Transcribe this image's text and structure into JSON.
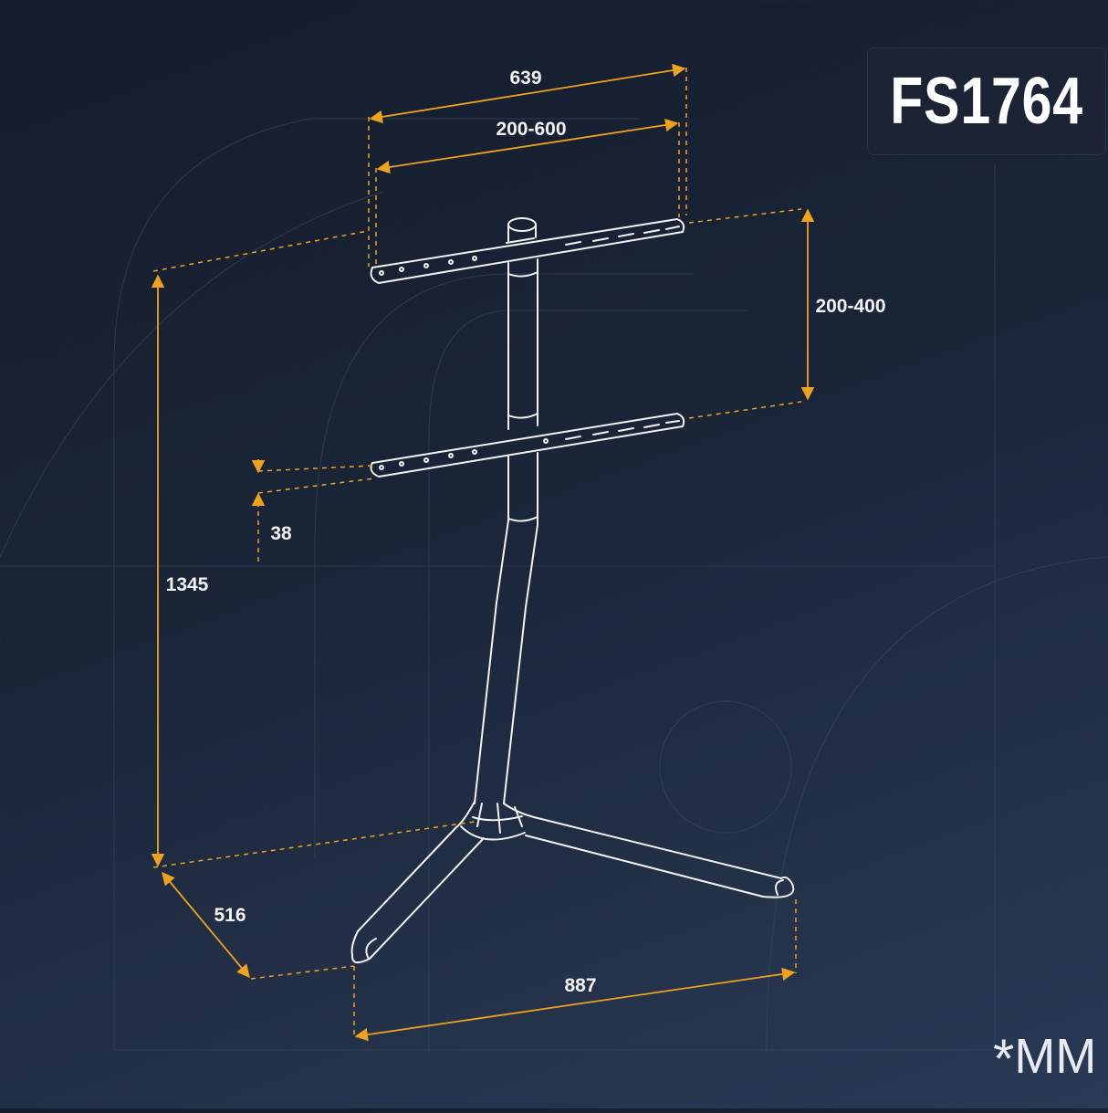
{
  "product": {
    "model": "FS1764"
  },
  "units": {
    "prefix": "*",
    "label": "MM"
  },
  "dimensions": {
    "bracket_length": "639",
    "bracket_width_range": "200-600",
    "bracket_height_range": "200-400",
    "bracket_gap": "38",
    "total_height": "1345",
    "base_depth": "516",
    "base_width": "887"
  },
  "colors": {
    "background": "#1a2538",
    "dimension_line": "#f0a21e",
    "outline": "#f2f2f2",
    "text": "#ffffff"
  }
}
